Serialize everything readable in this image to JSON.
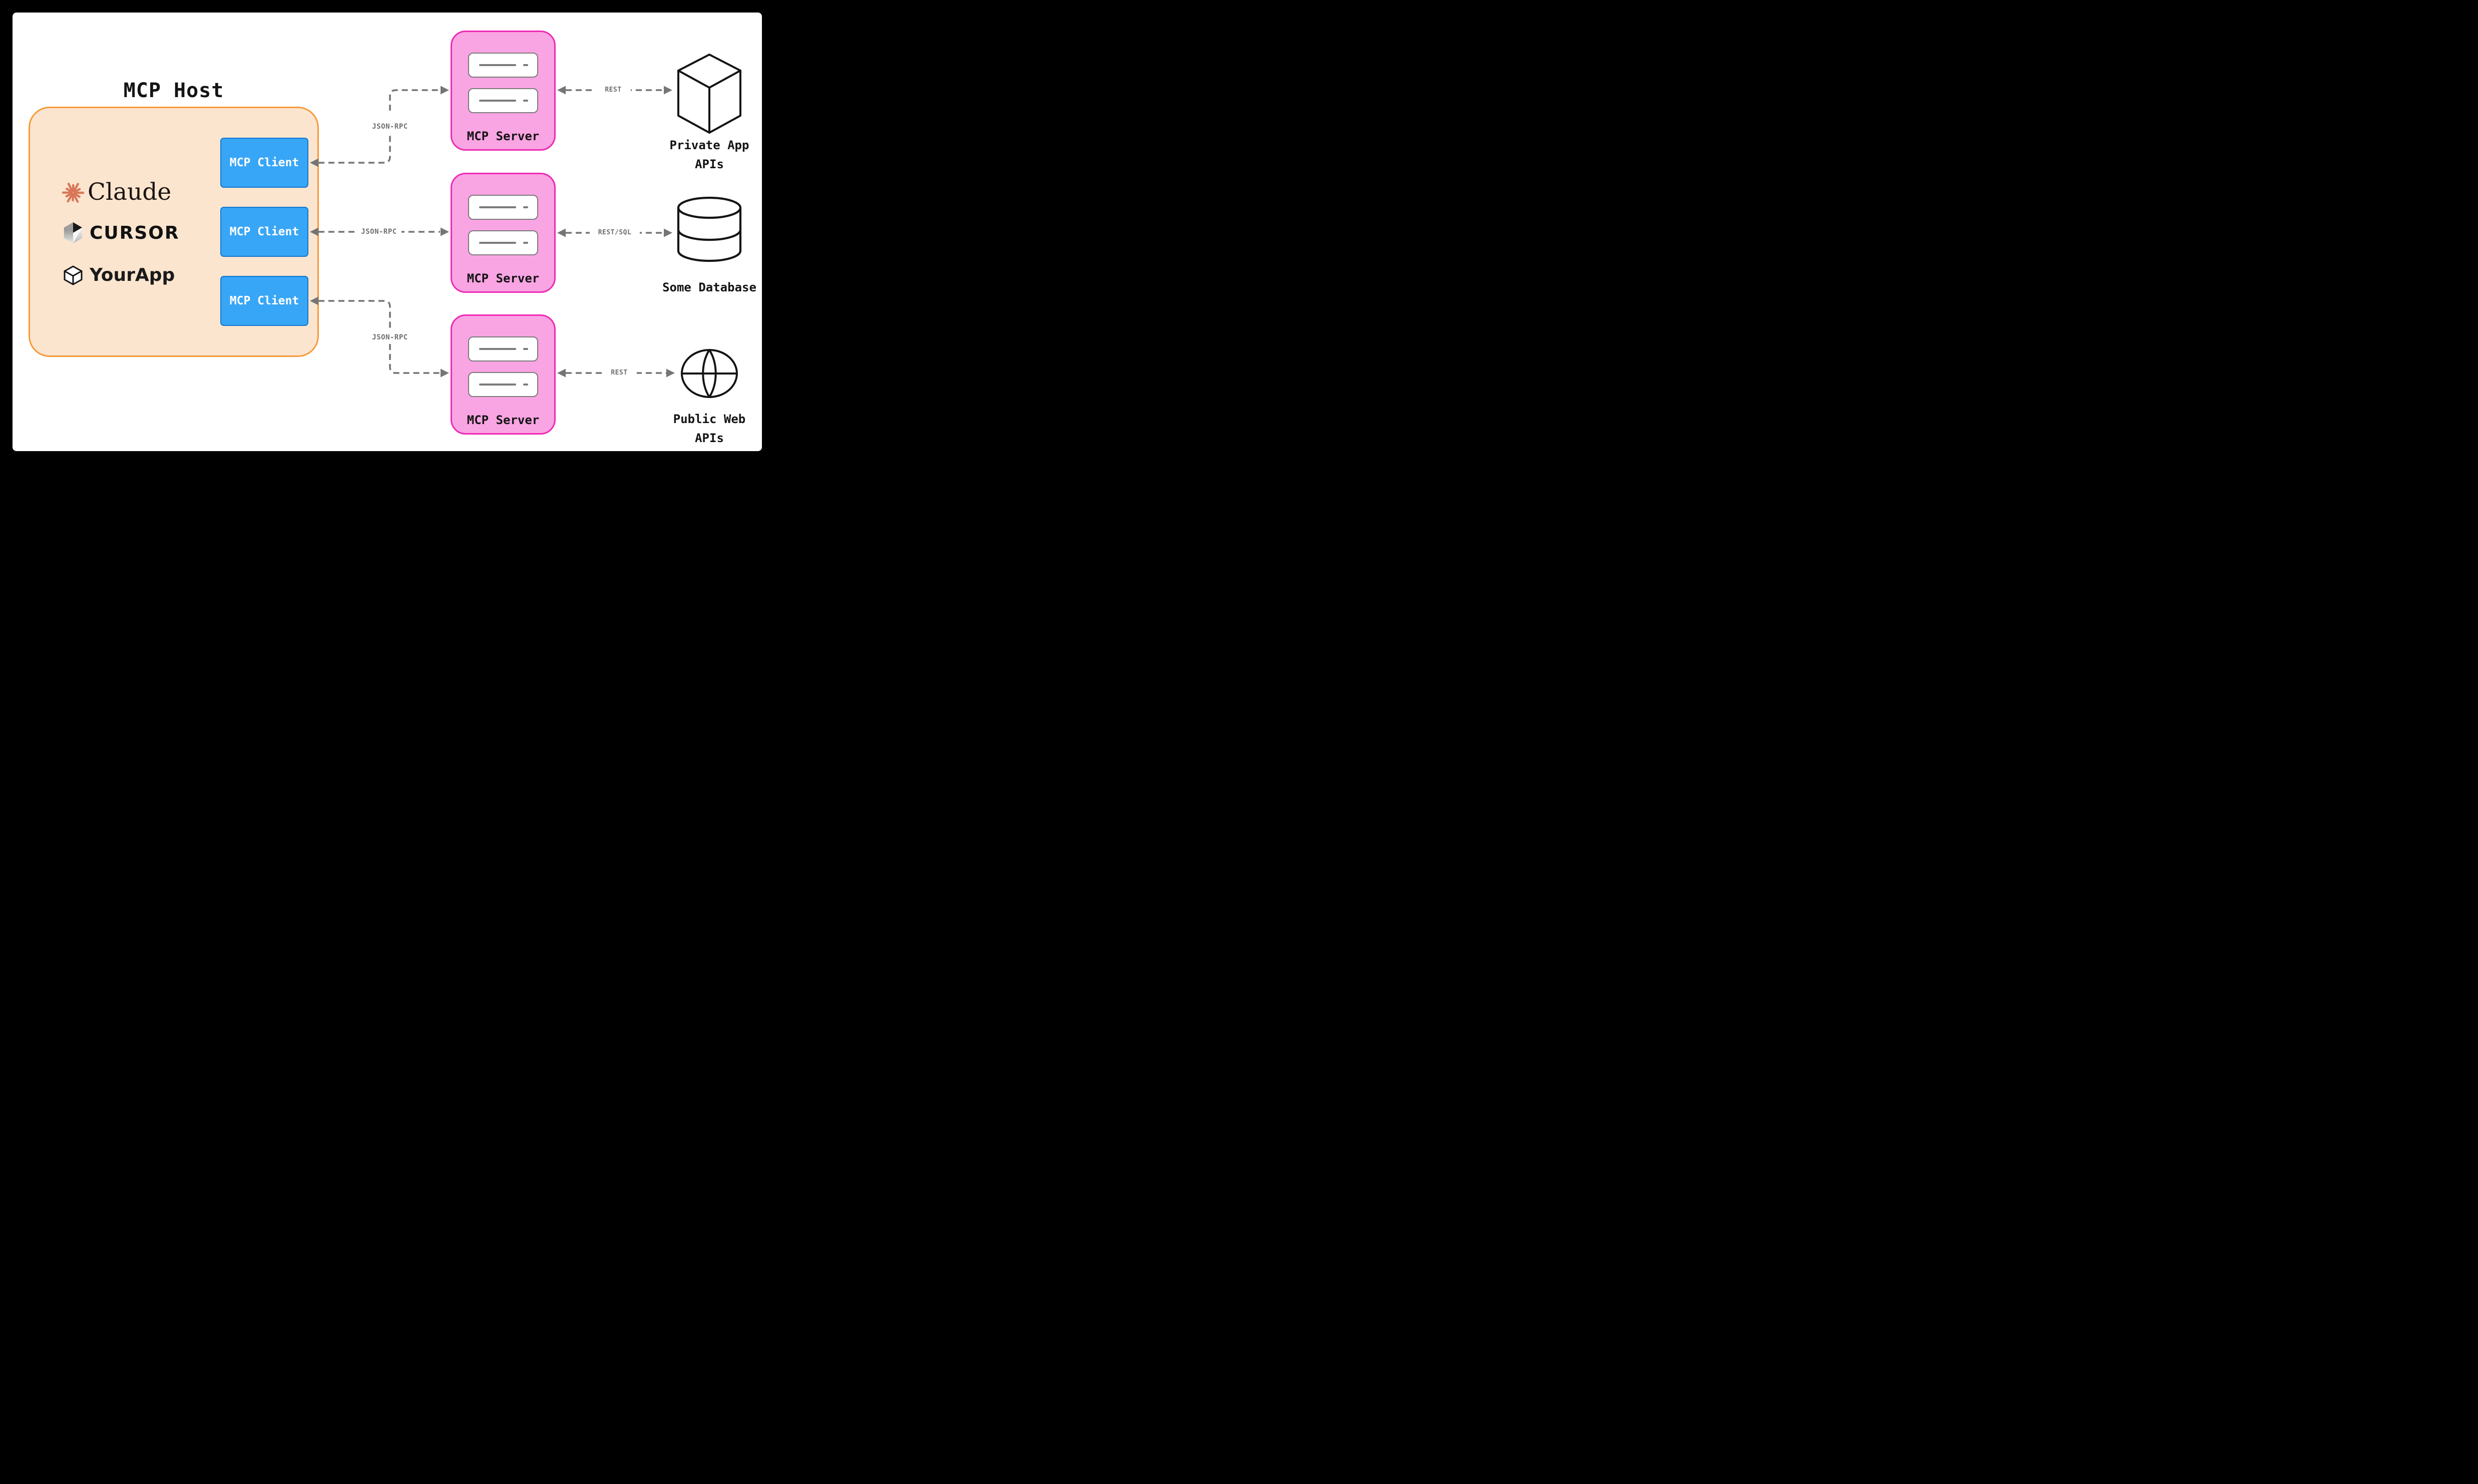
{
  "diagram": {
    "host": {
      "title": "MCP Host",
      "apps": [
        {
          "name": "Claude",
          "icon": "claude-starburst-icon"
        },
        {
          "name": "CURSOR",
          "icon": "cursor-cube-icon"
        },
        {
          "name": "YourApp",
          "icon": "yourapp-box-icon"
        }
      ],
      "clients": [
        {
          "label": "MCP Client"
        },
        {
          "label": "MCP Client"
        },
        {
          "label": "MCP Client"
        }
      ]
    },
    "servers": [
      {
        "label": "MCP Server"
      },
      {
        "label": "MCP Server"
      },
      {
        "label": "MCP Server"
      }
    ],
    "connections": {
      "client_server": [
        "JSON-RPC",
        "JSON-RPC",
        "JSON-RPC"
      ],
      "server_external": [
        "REST",
        "REST/SQL",
        "REST"
      ]
    },
    "externals": [
      {
        "name_line1": "Private App",
        "name_line2": "APIs",
        "icon": "cube-icon"
      },
      {
        "name_line1": "Some Database",
        "name_line2": "",
        "icon": "database-cylinder-icon"
      },
      {
        "name_line1": "Public Web",
        "name_line2": "APIs",
        "icon": "globe-icon"
      }
    ],
    "colors": {
      "host_fill": "#FBE5CF",
      "host_border": "#F79A3B",
      "client_fill": "#38A6F7",
      "client_border": "#1378CE",
      "server_fill": "#F9A4E3",
      "server_border": "#EE2BB4",
      "arrow": "#757575",
      "label": "#6F6F6F",
      "text": "#141414",
      "claude_accent": "#D97757"
    }
  }
}
